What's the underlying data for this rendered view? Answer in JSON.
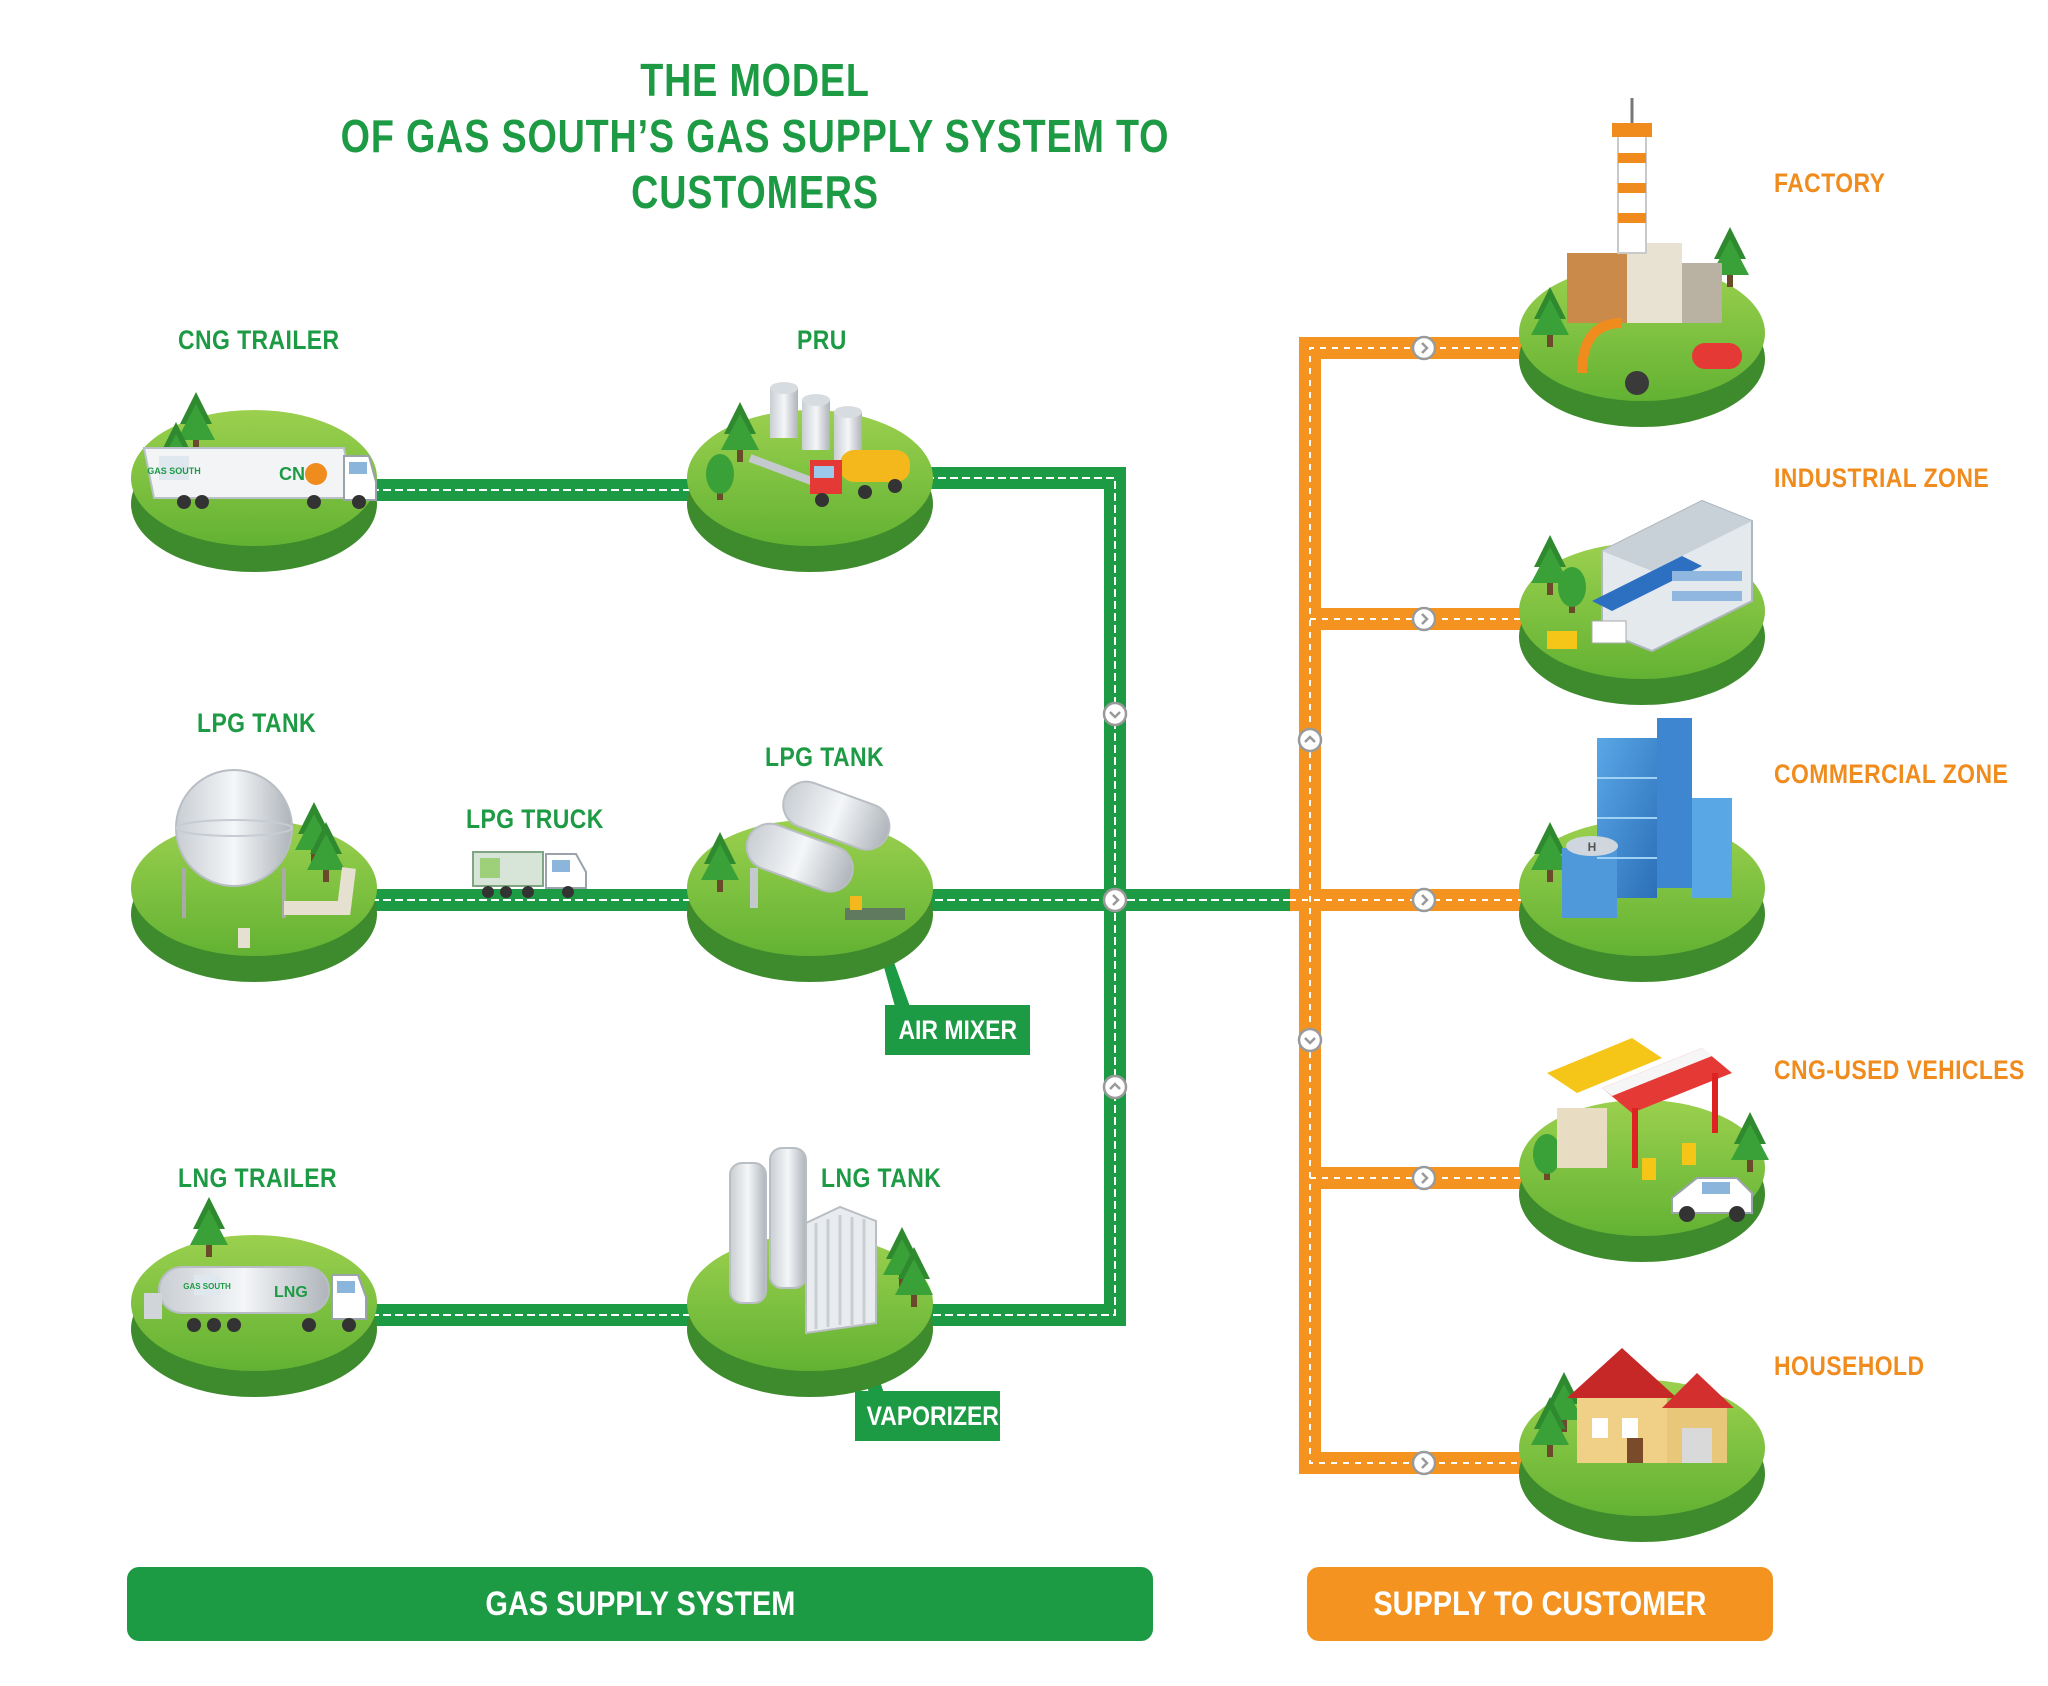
{
  "title": {
    "line1": "THE MODEL",
    "line2": "OF GAS SOUTH’S GAS SUPPLY SYSTEM TO CUSTOMERS"
  },
  "supply_nodes": {
    "cng_trailer": "CNG TRAILER",
    "pru": "PRU",
    "lpg_tank_left": "LPG TANK",
    "lpg_truck": "LPG TRUCK",
    "lpg_tank_mid": "LPG TANK",
    "air_mixer": "AIR MIXER",
    "lng_trailer": "LNG  TRAILER",
    "lng_tank": "LNG TANK",
    "vaporizer": "VAPORIZER"
  },
  "vehicle_labels": {
    "cng_trailer_brand": "GAS SOUTH",
    "cng_trailer_text": "CNG",
    "lng_trailer_brand": "GAS SOUTH",
    "lng_trailer_text": "LNG",
    "heliport": "H"
  },
  "customers": {
    "factory": "FACTORY",
    "industrial_zone": "INDUSTRIAL ZONE",
    "commercial_zone": "COMMERCIAL ZONE",
    "cng_vehicles": "CNG-USED VEHICLES",
    "household": "HOUSEHOLD"
  },
  "sections": {
    "gas_supply_system": "GAS SUPPLY SYSTEM",
    "supply_to_customer": "SUPPLY TO CUSTOMER"
  },
  "colors": {
    "green": "#1d9a44",
    "orange": "#f08c1e",
    "grass": "#7dc242",
    "soil": "#3d8b2c"
  }
}
